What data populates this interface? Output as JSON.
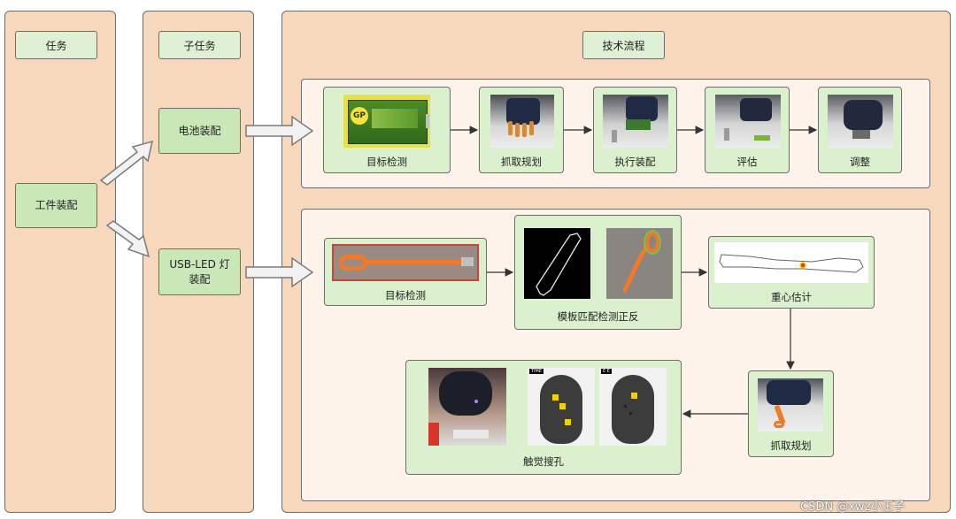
{
  "columns": {
    "task": "任务",
    "subtask": "子任务",
    "process": "技术流程"
  },
  "task_box": "工件装配",
  "subtasks": {
    "battery": "电池装配",
    "usb": "USB-LED 灯\n装配"
  },
  "battery_flow": [
    "目标检测",
    "抓取规划",
    "执行装配",
    "评估",
    "调整"
  ],
  "usb_flow": {
    "detect": "目标检测",
    "template": "模板匹配检测正反",
    "centroid": "重心估计",
    "grasp": "抓取规划",
    "tactile": "触觉搜孔"
  },
  "battery_label": "GP",
  "tactile_tags": [
    "TIME",
    "E E"
  ],
  "watermark": "CSDN @xwz小王子"
}
